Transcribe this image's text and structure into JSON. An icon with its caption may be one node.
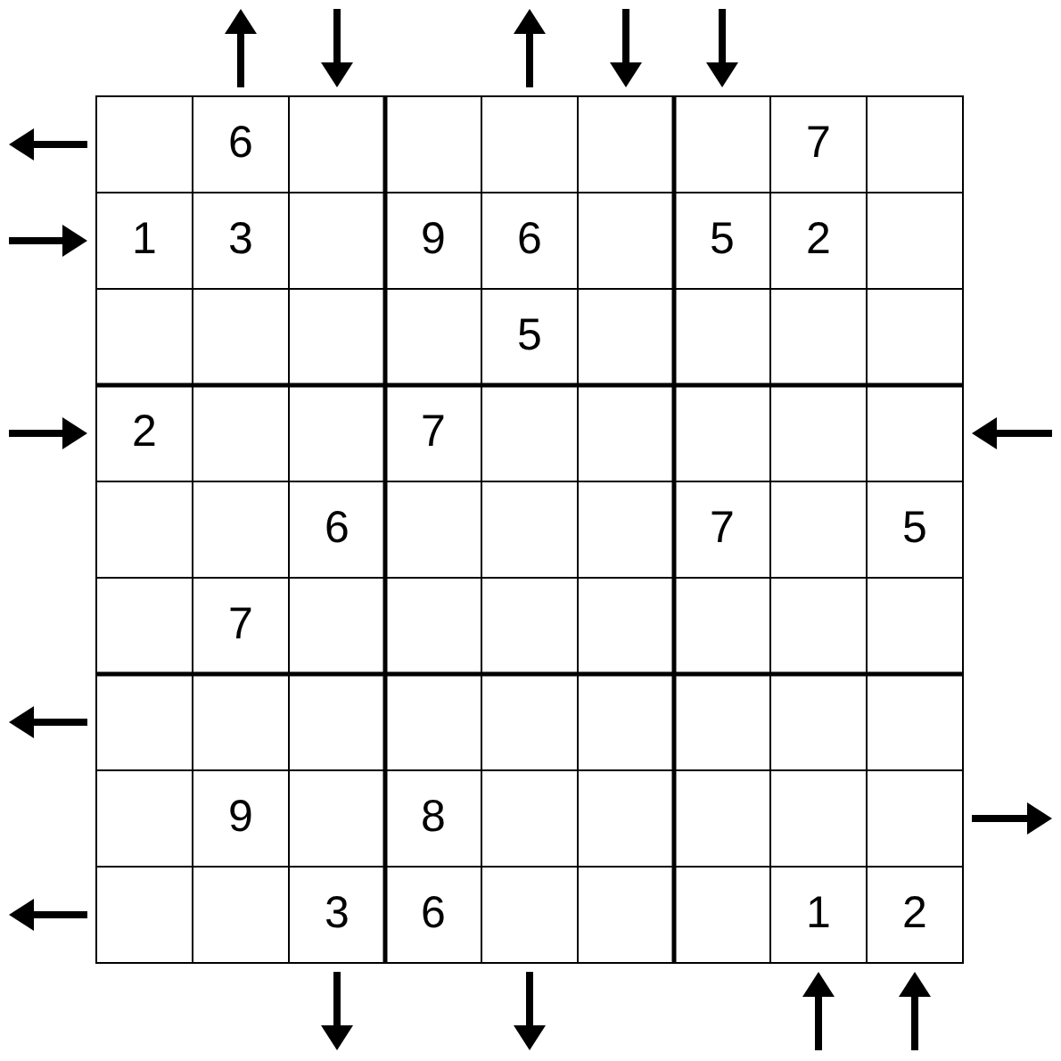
{
  "diagram": {
    "labels": [
      "6",
      "7",
      "1",
      "3",
      "9",
      "6",
      "5",
      "2",
      "5",
      "2",
      "7",
      "6",
      "7",
      "5",
      "7",
      "9",
      "8",
      "3",
      "6",
      "1",
      "2"
    ]
  }
}
